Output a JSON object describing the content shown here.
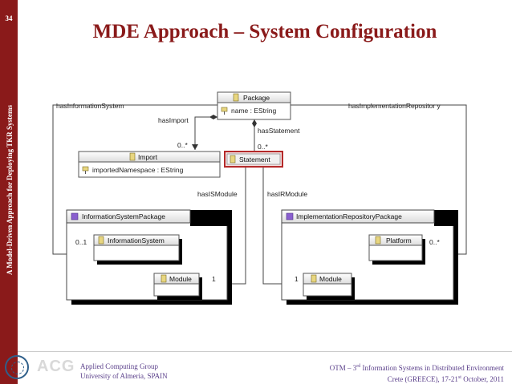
{
  "slide": {
    "number": "34",
    "side_title": "A Model-Driven Approach for Deploying TKR Systems",
    "title": "MDE Approach – System Configuration"
  },
  "diagram": {
    "classes": {
      "package": {
        "name": "Package",
        "attribute": "name : EString"
      },
      "import": {
        "name": "Import",
        "attribute": "importedNamespace : EString"
      },
      "statement": {
        "name": "Statement"
      },
      "information_system_package": {
        "name": "InformationSystemPackage"
      },
      "information_system": {
        "name": "InformationSystem"
      },
      "module_left": {
        "name": "Module"
      },
      "implementation_repository_package": {
        "name": "ImplementationRepositoryPackage"
      },
      "platform": {
        "name": "Platform"
      },
      "module_right": {
        "name": "Module"
      }
    },
    "labels": {
      "has_information_system": "hasInformationSystem",
      "has_implementation_repository": "hasImplementationRepositor y",
      "has_import": "hasImport",
      "has_statement": "hasStatement",
      "import_multiplicity": "0..*",
      "statement_multiplicity": "0..*",
      "has_is_module": "hasISModule",
      "has_ir_module": "hasIRModule",
      "information_system_multiplicity": "0..1",
      "platform_multiplicity": "0..*",
      "module_left_multiplicity": "1",
      "module_right_multiplicity": "1"
    }
  },
  "footer": {
    "logo_text": "ACG",
    "group_line1": "Applied Computing Group",
    "group_line2": "University of Almeria, SPAIN",
    "event_prefix": "OTM – 3",
    "event_sup": "rd",
    "event_suffix": " Information Systems in Distributed Environment",
    "location_prefix": "Crete (GREECE), 17-21",
    "location_sup": "st",
    "location_suffix": " October, 2011"
  }
}
